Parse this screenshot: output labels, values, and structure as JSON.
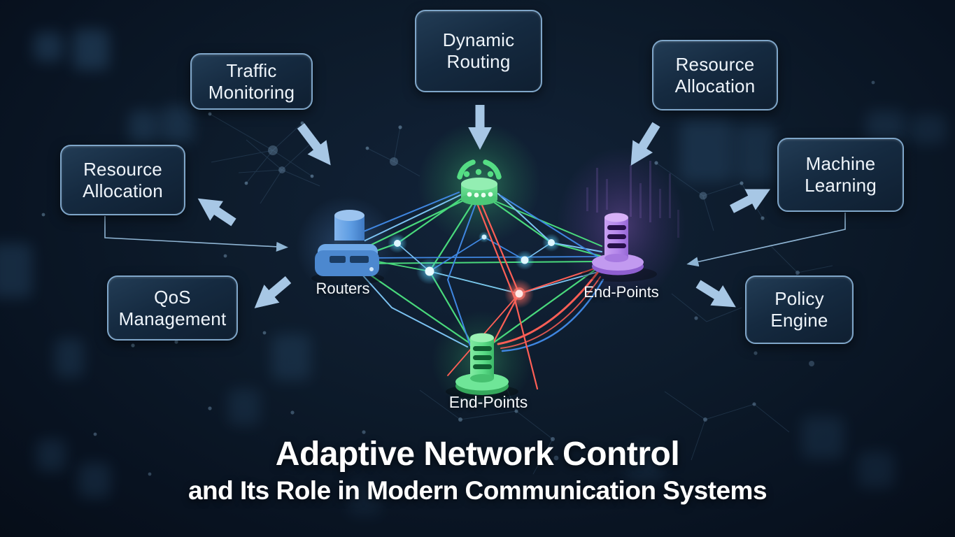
{
  "title": {
    "main": "Adaptive Network Control",
    "subtitle": "and Its Role in Modern Communication Systems"
  },
  "boxes": [
    {
      "id": "traffic-monitoring",
      "label": "Traffic Monitoring"
    },
    {
      "id": "dynamic-routing",
      "label": "Dynamic Routing"
    },
    {
      "id": "resource-allocation-top-right",
      "label": "Resource Allocation"
    },
    {
      "id": "resource-allocation-left",
      "label": "Resource Allocation"
    },
    {
      "id": "machine-learning",
      "label": "Machine Learning"
    },
    {
      "id": "qos-management",
      "label": "QoS Management"
    },
    {
      "id": "policy-engine",
      "label": "Policy Engine"
    }
  ],
  "nodes": {
    "routers": {
      "label": "Routers",
      "color": "#5d9ce2"
    },
    "endpoints_right": {
      "label": "End-Points",
      "color": "#b98aec"
    },
    "endpoints_bottom": {
      "label": "End-Points",
      "color": "#5fdf8a"
    },
    "hub": {
      "icon": "wireless-hub",
      "color": "#62dd8c"
    }
  },
  "colors": {
    "background": "#0c1a2a",
    "box_fill": "#152a40",
    "box_border": "#7fa6c9",
    "arrow": "#a7c7e5",
    "link_green": "#49d97c",
    "link_blue": "#3f86e0",
    "link_light_blue": "#7cc3f2",
    "link_red": "#ff5f56",
    "node_cyan": "#aee9ff"
  }
}
